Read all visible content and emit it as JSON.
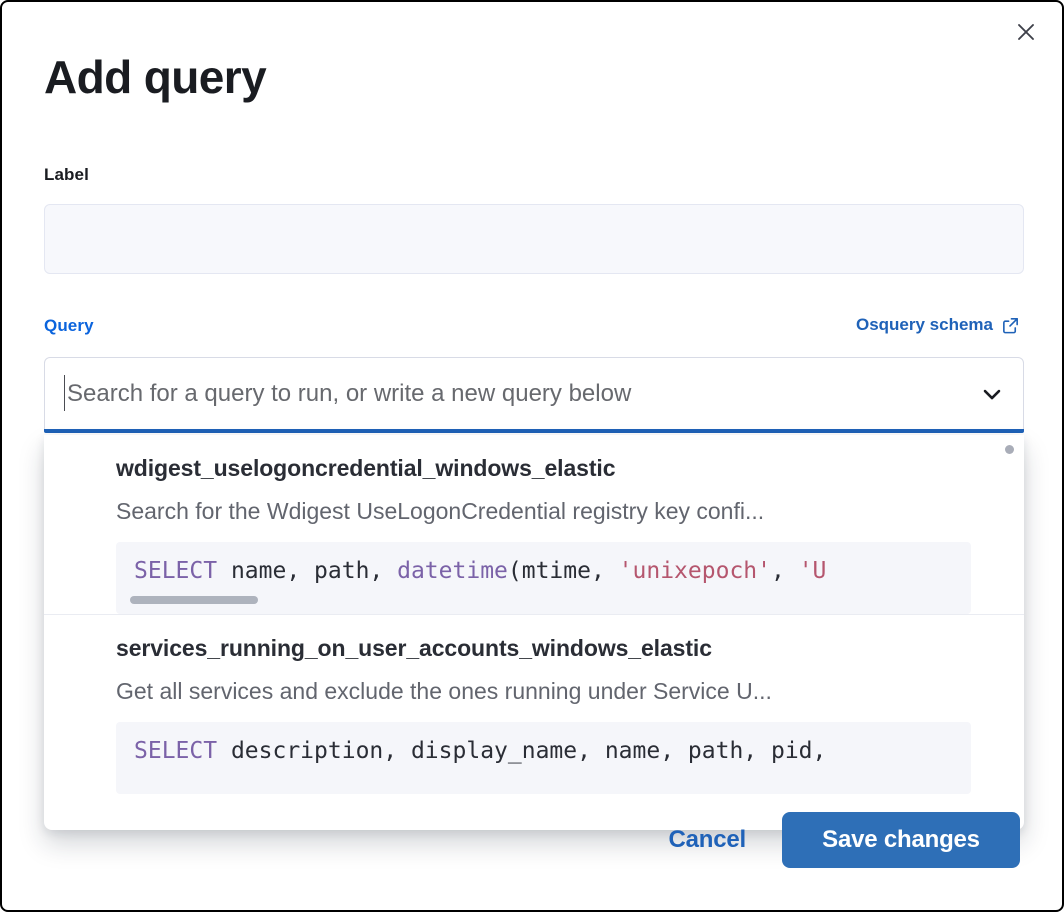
{
  "modal": {
    "title": "Add query",
    "close_icon": "close-icon"
  },
  "label_field": {
    "label": "Label",
    "value": "",
    "placeholder": ""
  },
  "query_field": {
    "label": "Query",
    "schema_link_text": "Osquery schema",
    "schema_link_icon": "external-link-icon",
    "combobox_placeholder": "Search for a query to run, or write a new query below",
    "combobox_value": "",
    "chevron_icon": "chevron-down-icon"
  },
  "dropdown": {
    "options": [
      {
        "title": "wdigest_uselogoncredential_windows_elastic",
        "description": "Search for the Wdigest UseLogonCredential registry key confi...",
        "code_tokens": [
          {
            "t": "SELECT",
            "c": "kw"
          },
          {
            "t": " name, path, ",
            "c": "pun"
          },
          {
            "t": "datetime",
            "c": "fn"
          },
          {
            "t": "(mtime, ",
            "c": "pun"
          },
          {
            "t": "'unixepoch'",
            "c": "str"
          },
          {
            "t": ", ",
            "c": "pun"
          },
          {
            "t": "'U",
            "c": "str"
          }
        ],
        "code_text": "SELECT name, path, datetime(mtime, 'unixepoch', 'U",
        "has_scrollbar": true
      },
      {
        "title": "services_running_on_user_accounts_windows_elastic",
        "description": "Get all services and exclude the ones running under Service U...",
        "code_tokens": [
          {
            "t": "SELECT",
            "c": "kw"
          },
          {
            "t": " description, display_name, name, path, pid,",
            "c": "pun"
          }
        ],
        "code_text": "SELECT description, display_name, name, path, pid,",
        "has_scrollbar": false
      }
    ]
  },
  "footer": {
    "cancel_label": "Cancel",
    "save_label": "Save changes"
  },
  "colors": {
    "accent_blue": "#1f62b8",
    "link_blue": "#0b64dd",
    "save_button_bg": "#2e6fb7",
    "code_bg": "#f5f6fa",
    "input_bg": "#f7f8fc",
    "sql_keyword": "#7b62a8",
    "sql_string": "#b5566e",
    "text_dark": "#1a1c21",
    "text_muted": "#62656e"
  }
}
